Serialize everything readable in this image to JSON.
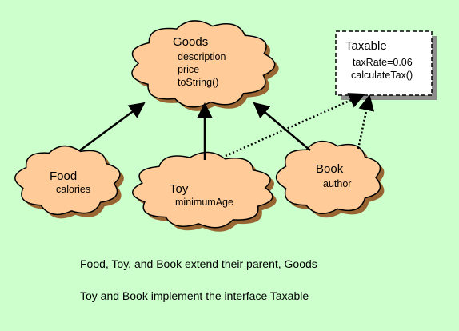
{
  "colors": {
    "background": "#ccffcc",
    "cloud_fill": "#ffcc99",
    "cloud_shadow": "#996633",
    "interface_fill": "#ffffff",
    "line": "#000000"
  },
  "classes": {
    "goods": {
      "name": "Goods",
      "attrs": [
        "description",
        "price",
        "toString()"
      ]
    },
    "food": {
      "name": "Food",
      "attrs": [
        "calories"
      ]
    },
    "toy": {
      "name": "Toy",
      "attrs": [
        "minimumAge"
      ]
    },
    "book": {
      "name": "Book",
      "attrs": [
        "author"
      ]
    }
  },
  "interface": {
    "name": "Taxable",
    "attrs": [
      "taxRate=0.06",
      "calculateTax()"
    ]
  },
  "captions": {
    "extend": "Food, Toy, and Book extend  their parent, Goods",
    "implement": "Toy and Book implement  the interface Taxable"
  }
}
